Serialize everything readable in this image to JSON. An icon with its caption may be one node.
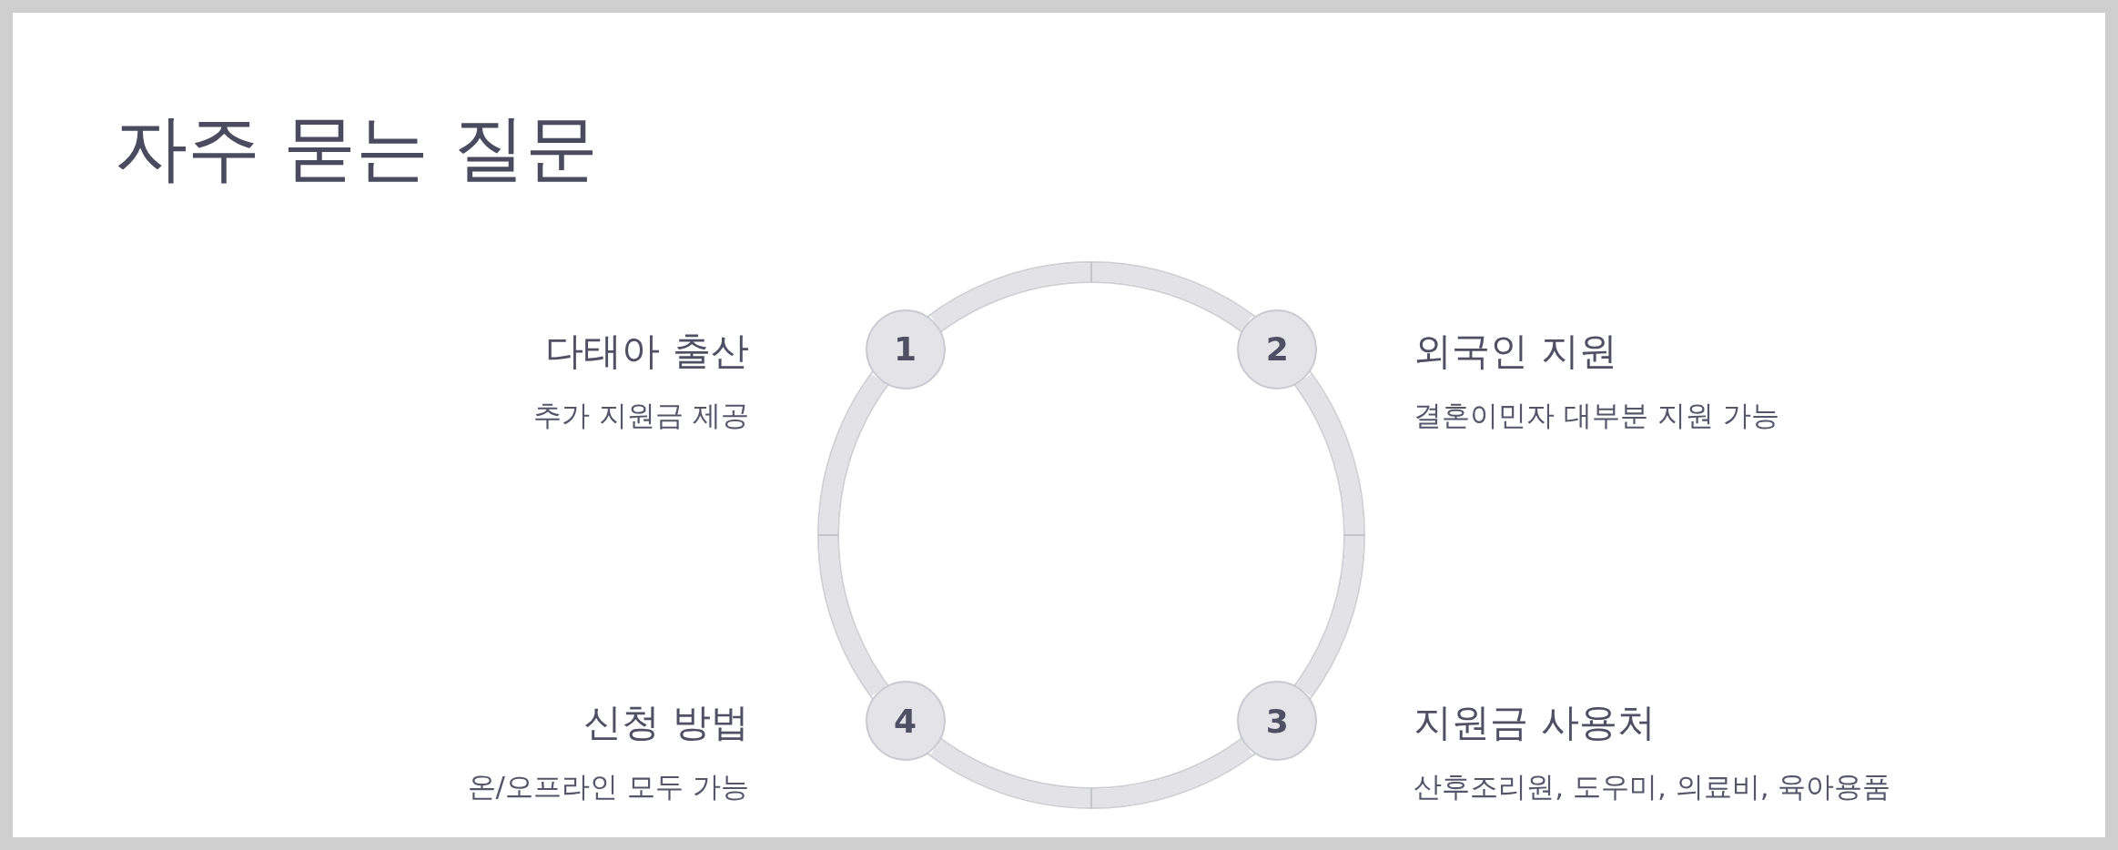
{
  "diagram": {
    "title": "자주 묻는 질문",
    "nodes": [
      {
        "text": [
          "1"
        ],
        "beside": [
          "다태아 출산",
          "추가 지원금 제공"
        ]
      },
      {
        "text": [
          "2"
        ],
        "beside": [
          "외국인 지원",
          "결혼이민자 대부분 지원 가능"
        ]
      },
      {
        "text": [
          "3"
        ],
        "beside": [
          "지원금 사용처",
          "산후조리원, 도우미, 의료비, 육아용품"
        ]
      },
      {
        "text": [
          "4"
        ],
        "beside": [
          "신청 방법",
          "온/오프라인 모두 가능"
        ]
      }
    ],
    "edges": [
      {
        "from": 0,
        "to": 1,
        "arrow": "none"
      },
      {
        "from": 1,
        "to": 2,
        "arrow": "none"
      },
      {
        "from": 2,
        "to": 3,
        "arrow": "none"
      },
      {
        "from": 3,
        "to": 0,
        "arrow": "none"
      }
    ]
  }
}
